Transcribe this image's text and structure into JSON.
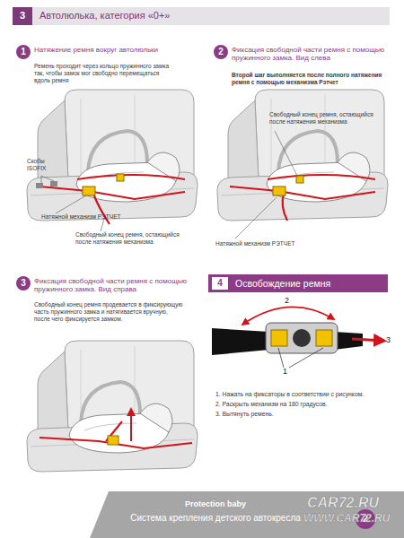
{
  "diagram": {
    "nodes": [
      {
        "text": [
          "Автолюлька, категория «0+»"
        ]
      },
      {
        "text": [
          "3"
        ],
        "in": 0
      },
      {
        "text": [
          "1",
          "Натяжение ремня вокруг автолюльки"
        ]
      },
      {
        "text": [
          "2",
          "Фиксация свободной части ремня с помощью пружинного замка. Вид слева"
        ]
      },
      {
        "text": [
          "3",
          "Фиксация свободной части ремня с помощью пружинного замка. Вид справа"
        ]
      },
      {
        "text": [
          "Освобождение ремня"
        ]
      },
      {
        "text": [
          "4"
        ],
        "in": 5
      },
      {
        "text": [
          "Protection baby",
          "Система крепления детского автокресла"
        ]
      },
      {
        "text": [
          "2"
        ]
      }
    ],
    "labels": [
      "Ремень проходит через кольцо пружинного замка так, чтобы замок мог свободно перемещаться вдоль ремня",
      "Скобы ISOFIX",
      "Натяжной механизм РЭТЧЕТ",
      "Свободный конец ремня, остающийся после натяжения механизма",
      "Второй шаг выполняется после полного натяжения ремня с помощью механизма Рэтчет",
      "Свободный конец ремня, остающийся после натяжения механизма",
      "Натяжной механизм РЭТЧЕТ",
      "Свободный конец ремня продевается в фиксирующую часть пружинного замка и натягивается вручную, после чего фиксируется замком.",
      "2",
      "1",
      "3",
      "1. Нажать на фиксаторы в соответствии с рисунком.",
      "2. Раскрыть механизм на 180 градусов.",
      "3. Вытянуть ремень.",
      "CAR72.RU",
      "WWW.CAR72.RU"
    ]
  }
}
